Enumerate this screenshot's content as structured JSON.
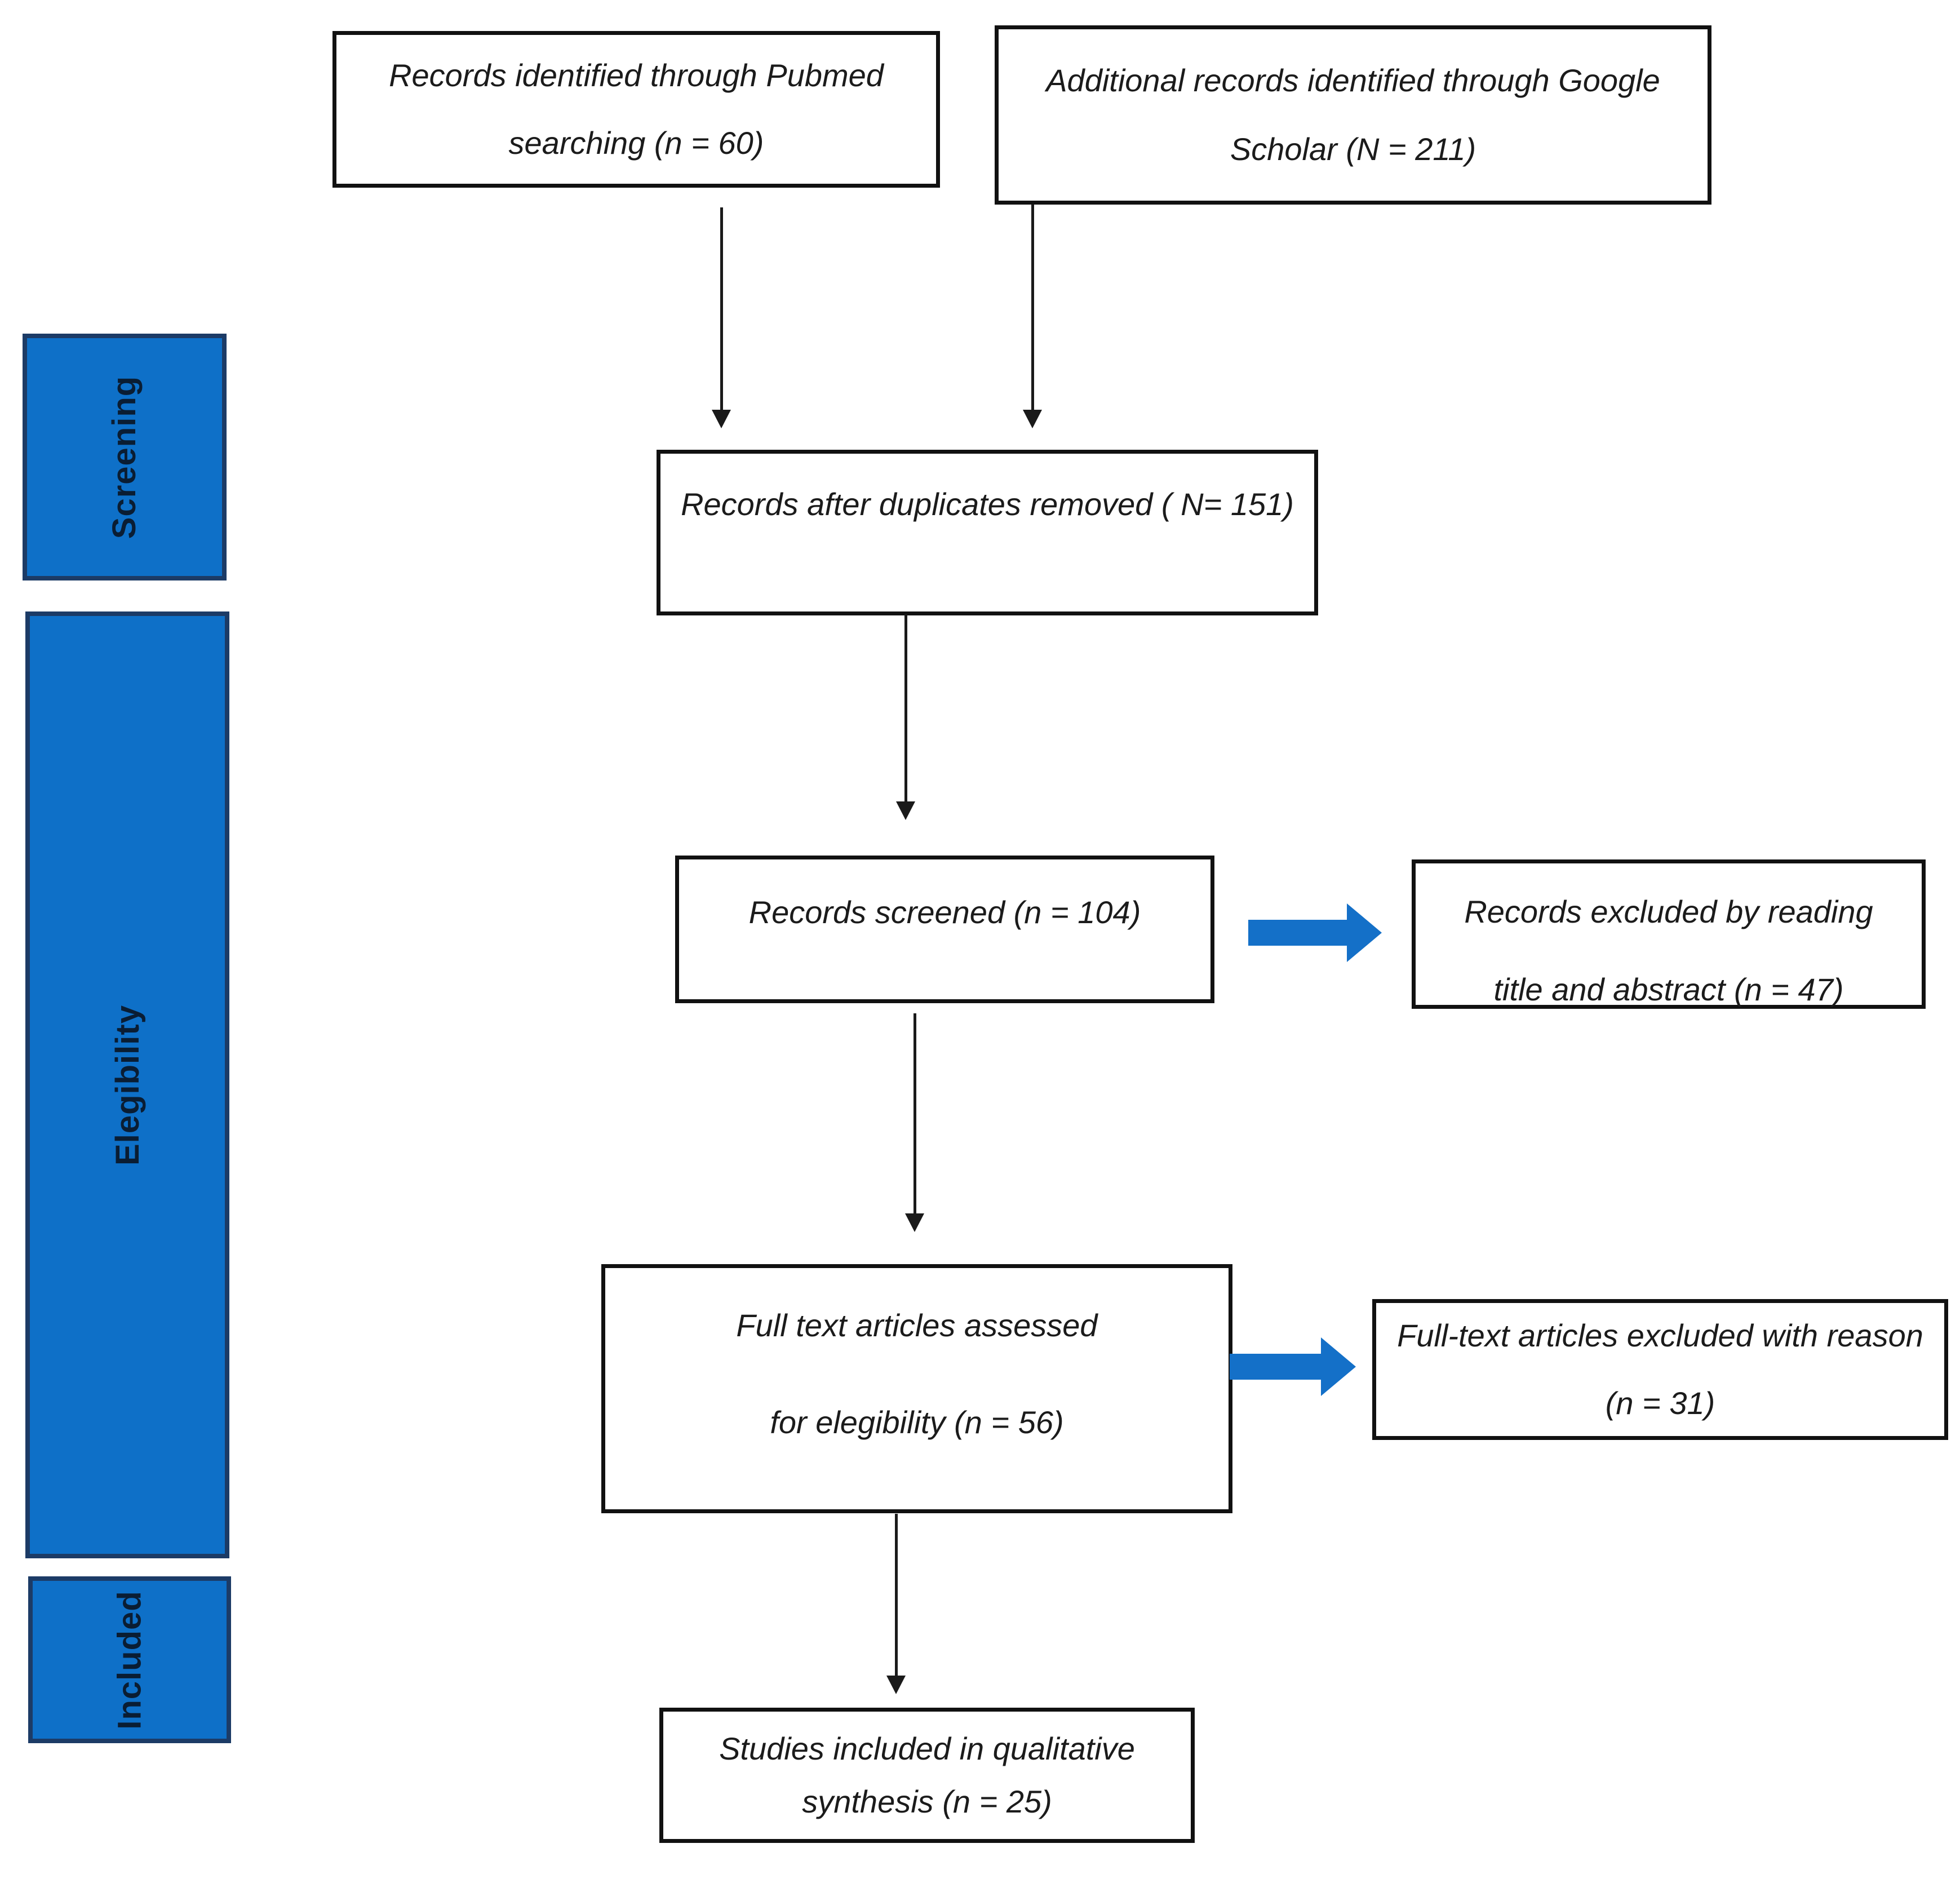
{
  "diagram": {
    "title": "PRISMA flow diagram",
    "colors": {
      "sidebar_fill": "#0e70c8",
      "sidebar_border": "#1c3b66",
      "sidebar_text": "#0a1d33",
      "box_border": "#111111",
      "box_text": "#1b1b1b",
      "arrow_black": "#1a1a1a",
      "arrow_blue": "#1470c8"
    }
  },
  "sidebar": {
    "items": [
      {
        "label": "Screening"
      },
      {
        "label": "Elegibility"
      },
      {
        "label": "Included"
      }
    ]
  },
  "boxes": {
    "pubmed": {
      "lines": [
        "Records identified through Pubmed",
        "searching (n = 60)"
      ]
    },
    "google": {
      "lines": [
        "Additional records  identified through Google",
        "Scholar (N = 211)"
      ]
    },
    "duplicates": {
      "lines": [
        "Records after duplicates removed ( N= 151)"
      ]
    },
    "screened": {
      "lines": [
        "Records screened (n = 104)"
      ]
    },
    "excluded_screening": {
      "lines": [
        "Records excluded by reading",
        "title and abstract  (n = 47)"
      ]
    },
    "fulltext": {
      "lines": [
        "Full text articles assessed",
        "for elegibility  (n = 56)"
      ]
    },
    "excluded_fulltext": {
      "lines": [
        "Full-text articles excluded with reason",
        "(n = 31)"
      ]
    },
    "included": {
      "lines": [
        "Studies included in qualitative",
        "synthesis  (n = 25)"
      ]
    }
  }
}
